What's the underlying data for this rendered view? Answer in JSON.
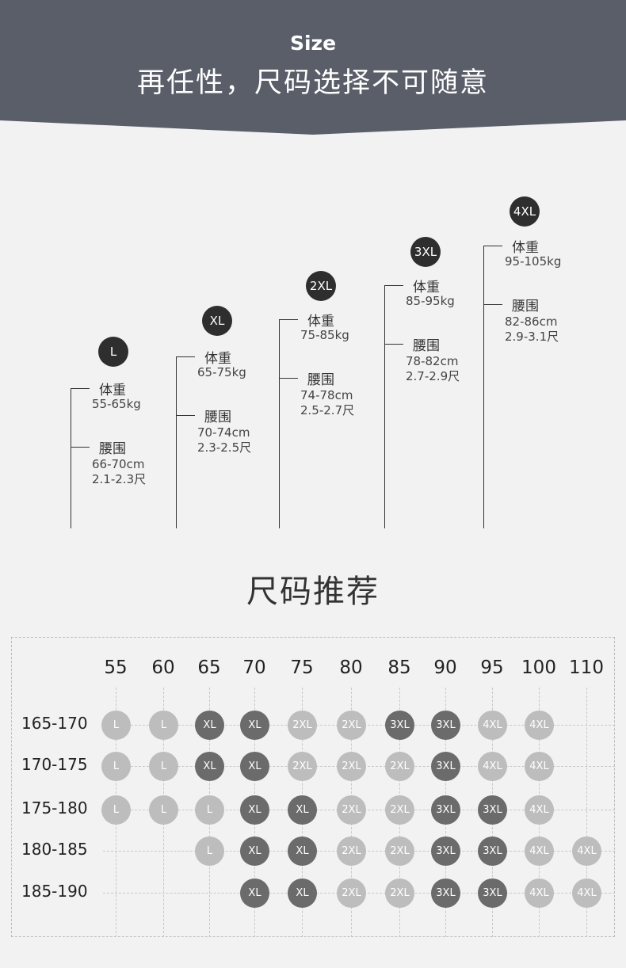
{
  "header": {
    "size_label": "Size",
    "title": "再任性，尺码选择不可随意",
    "bg_color": "#5a5e69"
  },
  "sizes": [
    {
      "badge": "L",
      "weight_label": "体重",
      "weight": "55-65kg",
      "waist_label": "腰围",
      "waist_cm": "66-70cm",
      "waist_chi": "2.1-2.3尺"
    },
    {
      "badge": "XL",
      "weight_label": "体重",
      "weight": "65-75kg",
      "waist_label": "腰围",
      "waist_cm": "70-74cm",
      "waist_chi": "2.3-2.5尺"
    },
    {
      "badge": "2XL",
      "weight_label": "体重",
      "weight": "75-85kg",
      "waist_label": "腰围",
      "waist_cm": "74-78cm",
      "waist_chi": "2.5-2.7尺"
    },
    {
      "badge": "3XL",
      "weight_label": "体重",
      "weight": "85-95kg",
      "waist_label": "腰围",
      "waist_cm": "78-82cm",
      "waist_chi": "2.7-2.9尺"
    },
    {
      "badge": "4XL",
      "weight_label": "体重",
      "weight": "95-105kg",
      "waist_label": "腰围",
      "waist_cm": "82-86cm",
      "waist_chi": "2.9-3.1尺"
    }
  ],
  "recommend": {
    "title": "尺码推荐",
    "weights": [
      "55",
      "60",
      "65",
      "70",
      "75",
      "80",
      "85",
      "90",
      "95",
      "100",
      "110"
    ],
    "heights": [
      "165-170",
      "170-175",
      "175-180",
      "180-185",
      "185-190"
    ],
    "rows": [
      [
        "L",
        "L",
        "XL",
        "XL",
        "2XL",
        "2XL",
        "3XL",
        "3XL",
        "4XL",
        "4XL",
        ""
      ],
      [
        "L",
        "L",
        "XL",
        "XL",
        "2XL",
        "2XL",
        "2XL",
        "3XL",
        "4XL",
        "4XL",
        ""
      ],
      [
        "L",
        "L",
        "L",
        "XL",
        "XL",
        "2XL",
        "2XL",
        "3XL",
        "3XL",
        "4XL",
        ""
      ],
      [
        "",
        "",
        "L",
        "XL",
        "XL",
        "2XL",
        "2XL",
        "3XL",
        "3XL",
        "4XL",
        "4XL"
      ],
      [
        "",
        "",
        "",
        "XL",
        "XL",
        "2XL",
        "2XL",
        "3XL",
        "3XL",
        "4XL",
        "4XL"
      ]
    ],
    "dark_cells": [
      [
        false,
        false,
        true,
        true,
        false,
        false,
        true,
        true,
        false,
        false,
        false
      ],
      [
        false,
        false,
        true,
        true,
        false,
        false,
        false,
        true,
        false,
        false,
        false
      ],
      [
        false,
        false,
        false,
        true,
        true,
        false,
        false,
        true,
        true,
        false,
        false
      ],
      [
        false,
        false,
        false,
        true,
        true,
        false,
        false,
        true,
        true,
        false,
        false
      ],
      [
        false,
        false,
        false,
        true,
        true,
        false,
        false,
        true,
        true,
        false,
        false
      ]
    ],
    "colors": {
      "dark": "#6b6b6b",
      "light": "#bdbdbd"
    }
  }
}
